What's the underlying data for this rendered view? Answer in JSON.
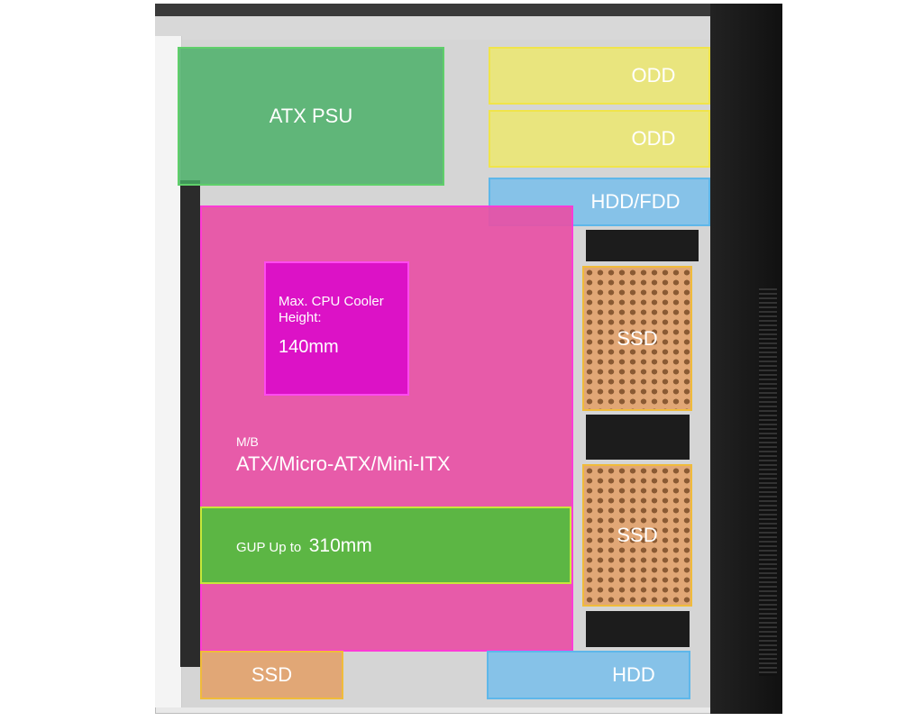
{
  "labels": {
    "psu": "ATX PSU",
    "odd_1": "ODD",
    "odd_2": "ODD",
    "hdd_fdd": "HDD/FDD",
    "ssd_side_1": "SSD",
    "ssd_side_2": "SSD",
    "cpu_title": "Max. CPU Cooler Height:",
    "cpu_value": "140mm",
    "mb_title": "M/B",
    "mb_value": "ATX/Micro-ATX/Mini-ITX",
    "gpu_title": "GUP Up to",
    "gpu_value": "310mm",
    "ssd_bottom": "SSD",
    "hdd_bottom": "HDD"
  },
  "colors": {
    "psu": "#46af64",
    "odd": "#ece86e",
    "drive_bay": "#78beeb",
    "ssd": "#e2a069",
    "motherboard": "#e850a5",
    "cpu": "#dc12c6",
    "gpu": "#50be3c"
  }
}
